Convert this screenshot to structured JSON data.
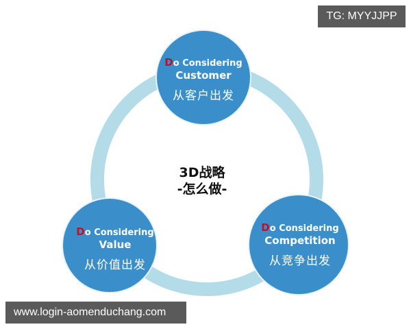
{
  "diagram": {
    "type": "cycle",
    "center": {
      "title": "3D战略",
      "subtitle": "-怎么做-"
    },
    "nodes": [
      {
        "prefix_highlight": "D",
        "prefix_rest": "o Considering",
        "title": "Customer",
        "chinese": "从客户出发"
      },
      {
        "prefix_highlight": "D",
        "prefix_rest": "o Considering",
        "title": "Value",
        "chinese": "从价值出发"
      },
      {
        "prefix_highlight": "D",
        "prefix_rest": "o Considering",
        "title": "Competition",
        "chinese": "从竞争出发"
      }
    ],
    "colors": {
      "ring": "#b3dbe8",
      "node": "#3a8fcb",
      "node_border": "#e6f2f8",
      "highlight": "#c0112b",
      "badge_bg": "#5a5a5a"
    }
  },
  "watermarks": {
    "top_right": "TG: MYYJJPP",
    "bottom_left": "www.login-aomenduchang.com"
  }
}
